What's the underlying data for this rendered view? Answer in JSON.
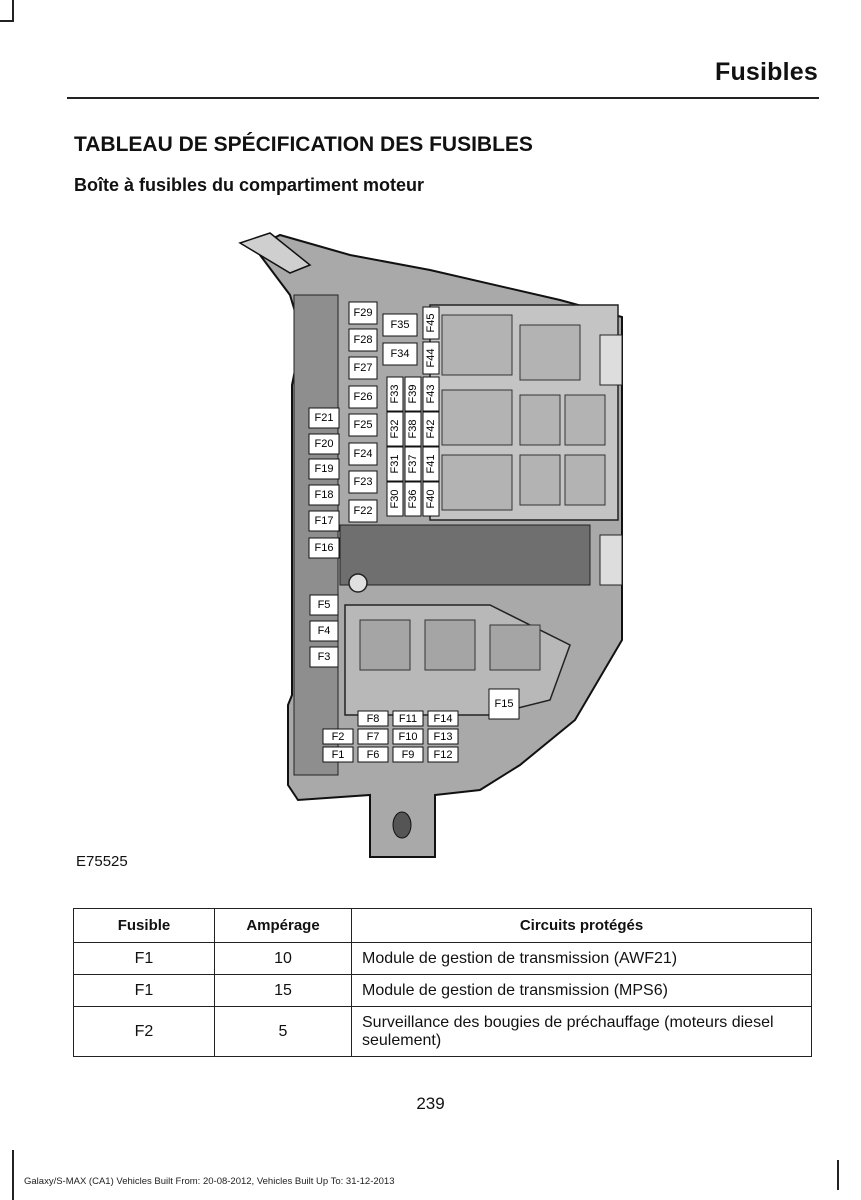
{
  "header": {
    "title": "Fusibles"
  },
  "section_title": "TABLEAU DE SPÉCIFICATION DES FUSIBLES",
  "subsection_title": "Boîte à fusibles du compartiment moteur",
  "figure": {
    "code": "E75525",
    "fuse_labels": {
      "f29": "F29",
      "f28": "F28",
      "f27": "F27",
      "f26": "F26",
      "f25": "F25",
      "f24": "F24",
      "f23": "F23",
      "f22": "F22",
      "f35": "F35",
      "f34": "F34",
      "f45": "F45",
      "f44": "F44",
      "f33": "F33",
      "f39": "F39",
      "f43": "F43",
      "f32": "F32",
      "f38": "F38",
      "f42": "F42",
      "f31": "F31",
      "f37": "F37",
      "f41": "F41",
      "f30": "F30",
      "f36": "F36",
      "f40": "F40",
      "f21": "F21",
      "f20": "F20",
      "f19": "F19",
      "f18": "F18",
      "f17": "F17",
      "f16": "F16",
      "f5": "F5",
      "f4": "F4",
      "f3": "F3",
      "f15": "F15",
      "f8": "F8",
      "f11": "F11",
      "f14": "F14",
      "f2": "F2",
      "f7": "F7",
      "f10": "F10",
      "f13": "F13",
      "f1": "F1",
      "f6": "F6",
      "f9": "F9",
      "f12": "F12"
    }
  },
  "table": {
    "headers": {
      "fuse": "Fusible",
      "amperage": "Ampérage",
      "circuits": "Circuits protégés"
    },
    "rows": [
      {
        "fuse": "F1",
        "amperage": "10",
        "circuits": "Module de gestion de transmission (AWF21)"
      },
      {
        "fuse": "F1",
        "amperage": "15",
        "circuits": "Module de gestion de transmission (MPS6)"
      },
      {
        "fuse": "F2",
        "amperage": "5",
        "circuits": "Surveillance des bougies de préchauffage (moteurs diesel seulement)"
      }
    ]
  },
  "page_number": "239",
  "footer": "Galaxy/S-MAX (CA1) Vehicles Built From: 20-08-2012, Vehicles Built Up To: 31-12-2013"
}
